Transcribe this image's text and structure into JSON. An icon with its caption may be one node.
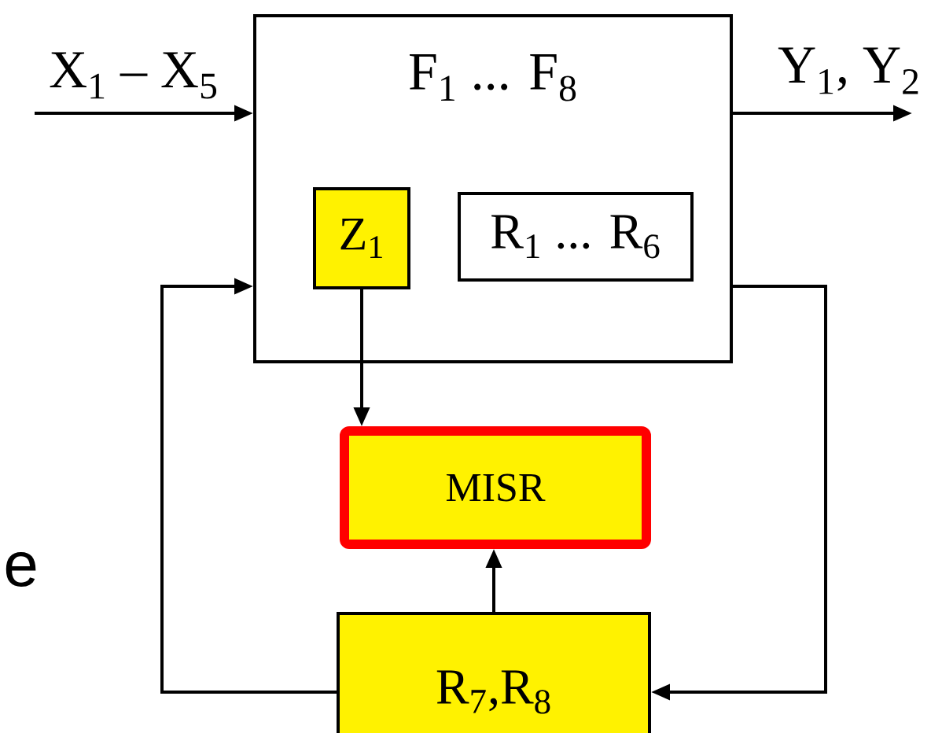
{
  "diagram": {
    "nodes": [
      {
        "text": [
          "F$_{1}$ ... F$_{8}$"
        ]
      },
      {
        "text": [
          "Z$_{1}$"
        ],
        "in": 0
      },
      {
        "text": [
          "R$_{1}$ ... R$_{6}$"
        ],
        "in": 0
      },
      {
        "text": [
          "MISR"
        ]
      },
      {
        "text": [
          "R$_{7}$,R$_{8}$"
        ]
      }
    ],
    "edges": [
      {
        "from": null,
        "to": 0,
        "arrow": "to",
        "label": "X$_{1}$ – X$_{5}$"
      },
      {
        "from": 0,
        "to": null,
        "arrow": "to",
        "label": "Y$_{1}$, Y$_{2}$"
      },
      {
        "from": 4,
        "to": 0,
        "arrow": "to"
      },
      {
        "from": 0,
        "to": 4,
        "arrow": "to"
      },
      {
        "from": 1,
        "to": 3,
        "arrow": "to"
      },
      {
        "from": 4,
        "to": 3,
        "arrow": "to"
      }
    ],
    "labels": [
      "e"
    ]
  }
}
